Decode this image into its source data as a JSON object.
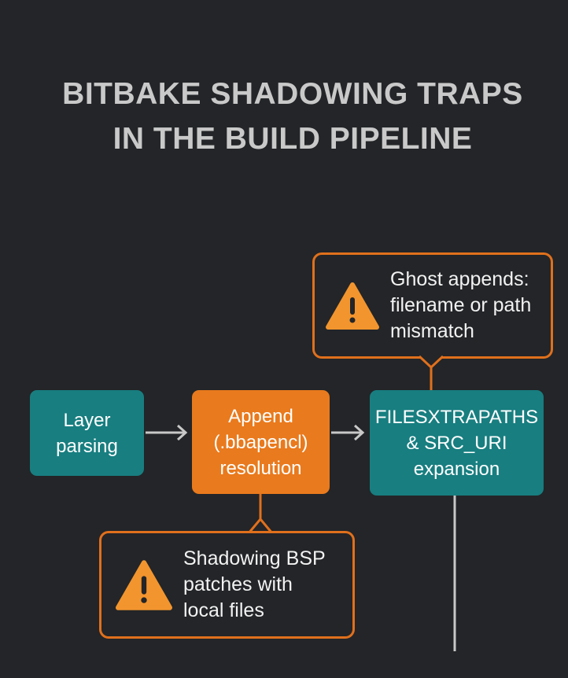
{
  "title": {
    "line1": "BITBAKE SHADOWING TRAPS",
    "line2": "IN THE BUILD PIPELINE"
  },
  "nodes": {
    "layer": {
      "line1": "Layer",
      "line2": "parsing"
    },
    "append": {
      "line1": "Append",
      "line2": "(.bbapencl)",
      "line3": "resolution"
    },
    "files": {
      "line1": "FILESXTRAPATHS",
      "line2": "& SRC_URI",
      "line3": "expansion"
    }
  },
  "callouts": {
    "ghost": {
      "icon": "warning-icon",
      "line1": "Ghost appends:",
      "line2": "filename or path",
      "line3": "mismatch"
    },
    "shadow": {
      "icon": "warning-icon",
      "line1": "Shadowing BSP",
      "line2": "patches with",
      "line3": "local files"
    }
  },
  "colors": {
    "teal": "#187e80",
    "orange": "#e97a1d",
    "warning": "#f2952e"
  }
}
